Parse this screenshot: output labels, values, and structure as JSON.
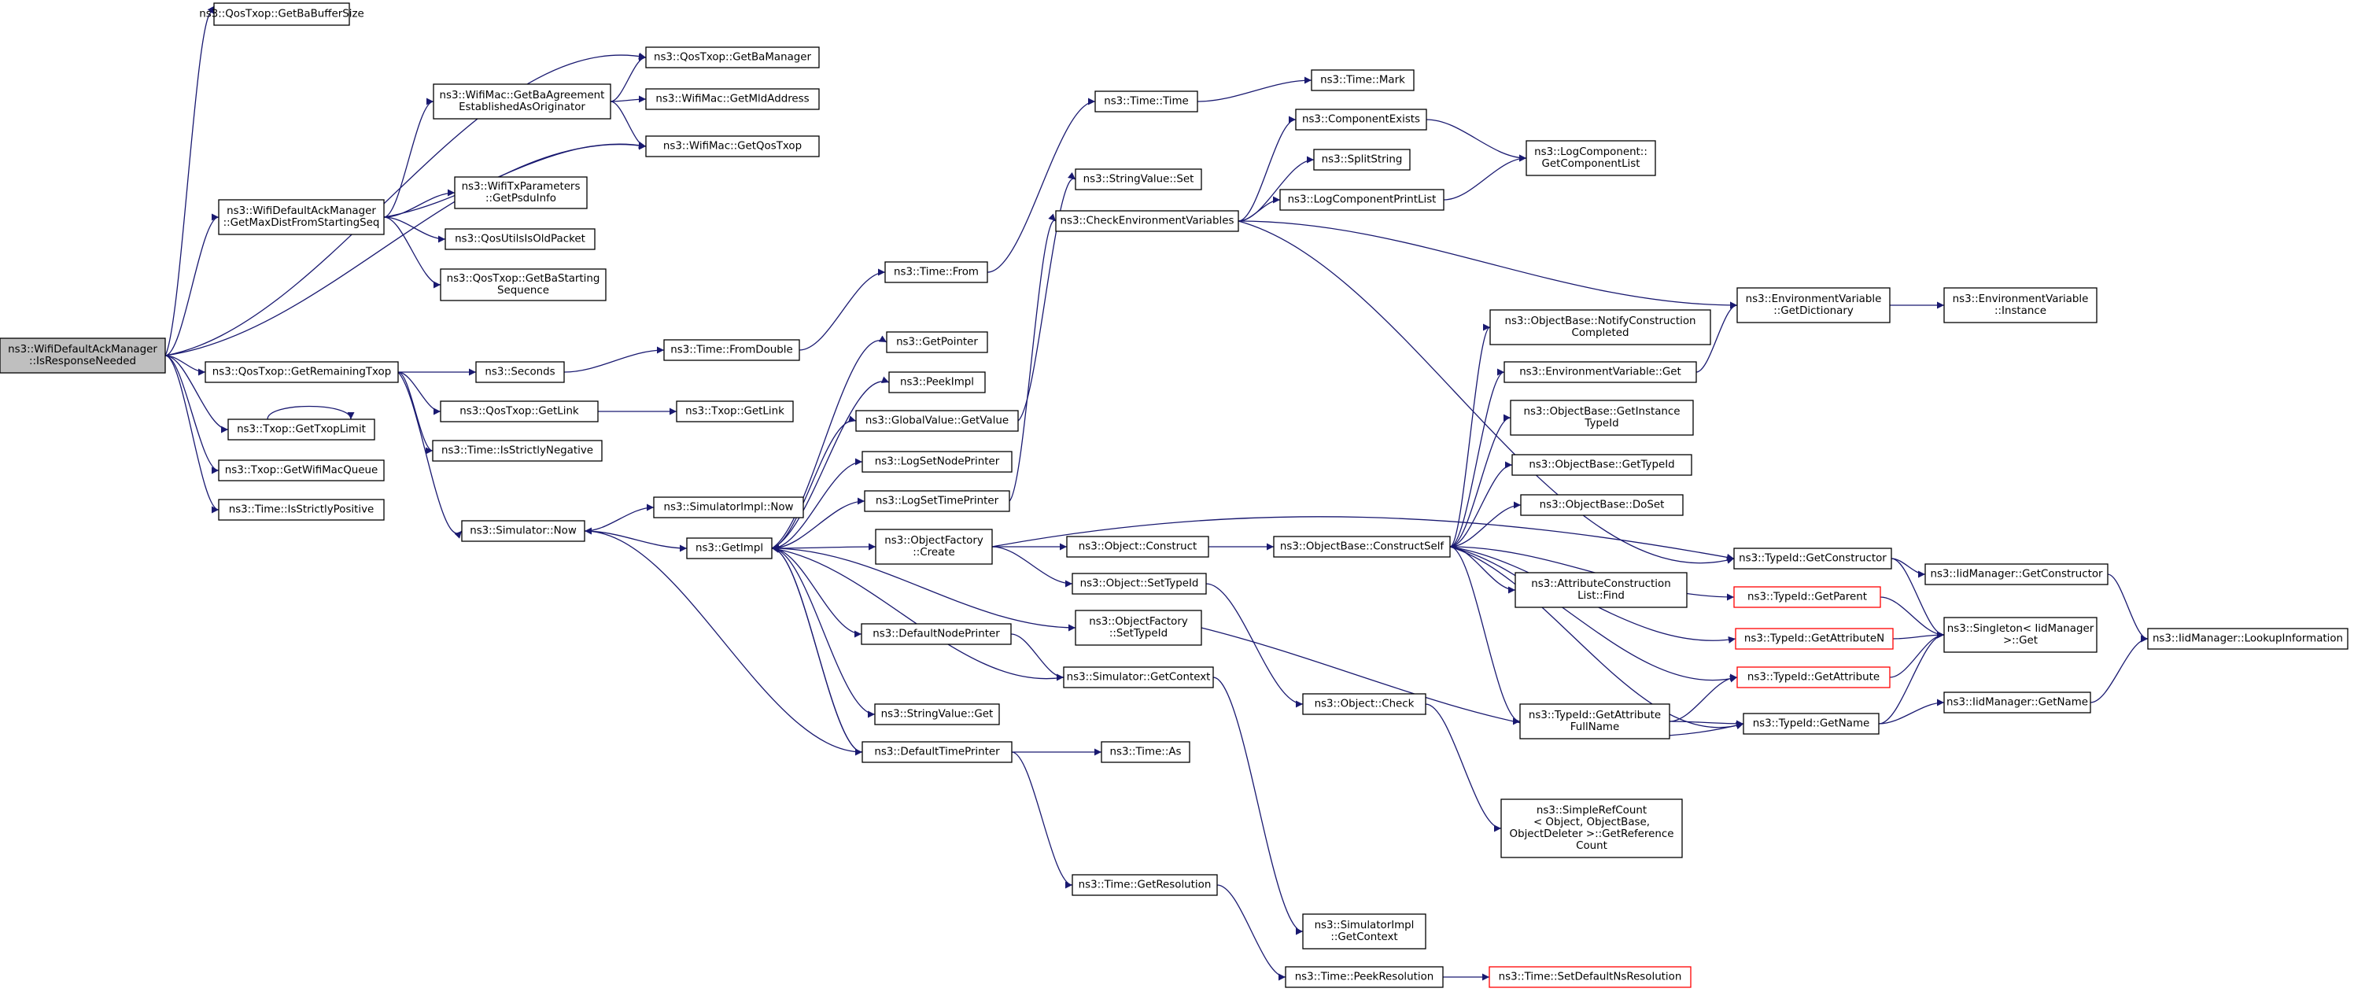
{
  "colors": {
    "edge": "#191970",
    "node_border": "#000000",
    "root_fill": "#bfbfbf",
    "truncated_border": "#ff0000"
  },
  "nodes": {
    "root": [
      "ns3::WifiDefaultAckManager",
      "::IsResponseNeeded"
    ],
    "n_getbabuffersize": [
      "ns3::QosTxop::GetBaBufferSize"
    ],
    "n_getbaagreement": [
      "ns3::WifiMac::GetBaAgreement",
      "EstablishedAsOriginator"
    ],
    "n_getbamanager": [
      "ns3::QosTxop::GetBaManager"
    ],
    "n_getmldaddress": [
      "ns3::WifiMac::GetMldAddress"
    ],
    "n_getqostxop": [
      "ns3::WifiMac::GetQosTxop"
    ],
    "n_getmaxdist": [
      "ns3::WifiDefaultAckManager",
      "::GetMaxDistFromStartingSeq"
    ],
    "n_getpsduinfo": [
      "ns3::WifiTxParameters",
      "::GetPsduInfo"
    ],
    "n_qosutilsisold": [
      "ns3::QosUtilsIsOldPacket"
    ],
    "n_getbastarting": [
      "ns3::QosTxop::GetBaStarting",
      "Sequence"
    ],
    "n_getremainingtxop": [
      "ns3::QosTxop::GetRemainingTxop"
    ],
    "n_gettxoplimit": [
      "ns3::Txop::GetTxopLimit"
    ],
    "n_getwifimacqueue": [
      "ns3::Txop::GetWifiMacQueue"
    ],
    "n_isstrictlypositive": [
      "ns3::Time::IsStrictlyPositive"
    ],
    "n_seconds": [
      "ns3::Seconds"
    ],
    "n_qostxopgetlink": [
      "ns3::QosTxop::GetLink"
    ],
    "n_isstrictlynegative": [
      "ns3::Time::IsStrictlyNegative"
    ],
    "n_simnow": [
      "ns3::Simulator::Now"
    ],
    "n_timefromdouble": [
      "ns3::Time::FromDouble"
    ],
    "n_txopgetlink": [
      "ns3::Txop::GetLink"
    ],
    "n_simimplnow": [
      "ns3::SimulatorImpl::Now"
    ],
    "n_getimpl": [
      "ns3::GetImpl"
    ],
    "n_timefrom": [
      "ns3::Time::From"
    ],
    "n_timetime": [
      "ns3::Time::Time"
    ],
    "n_timemark": [
      "ns3::Time::Mark"
    ],
    "n_stringvalueset": [
      "ns3::StringValue::Set"
    ],
    "n_checkenv": [
      "ns3::CheckEnvironmentVariables"
    ],
    "n_getpointer": [
      "ns3::GetPointer"
    ],
    "n_peekimpl": [
      "ns3::PeekImpl"
    ],
    "n_globalvalueget": [
      "ns3::GlobalValue::GetValue"
    ],
    "n_logsetnodeprinter": [
      "ns3::LogSetNodePrinter"
    ],
    "n_logsettimeprinter": [
      "ns3::LogSetTimePrinter"
    ],
    "n_objfactorycreate": [
      "ns3::ObjectFactory",
      "::Create"
    ],
    "n_defaultnodeprinter": [
      "ns3::DefaultNodePrinter"
    ],
    "n_stringvalueget": [
      "ns3::StringValue::Get"
    ],
    "n_defaulttimeprinter": [
      "ns3::DefaultTimePrinter"
    ],
    "n_componentexists": [
      "ns3::ComponentExists"
    ],
    "n_splitstring": [
      "ns3::SplitString"
    ],
    "n_logcompprintlist": [
      "ns3::LogComponentPrintList"
    ],
    "n_logcompgetlist": [
      "ns3::LogComponent::",
      "GetComponentList"
    ],
    "n_envvargetdict": [
      "ns3::EnvironmentVariable",
      "::GetDictionary"
    ],
    "n_envvarinstance": [
      "ns3::EnvironmentVariable",
      "::Instance"
    ],
    "n_objbasenotify": [
      "ns3::ObjectBase::NotifyConstruction",
      "Completed"
    ],
    "n_envvarget": [
      "ns3::EnvironmentVariable::Get"
    ],
    "n_objbasegetinst": [
      "ns3::ObjectBase::GetInstance",
      "TypeId"
    ],
    "n_objbasegettypeid": [
      "ns3::ObjectBase::GetTypeId"
    ],
    "n_objbasedoset": [
      "ns3::ObjectBase::DoSet"
    ],
    "n_objectconstruct": [
      "ns3::Object::Construct"
    ],
    "n_objbaseconstructself": [
      "ns3::ObjectBase::ConstructSelf"
    ],
    "n_objectsettypeid": [
      "ns3::Object::SetTypeId"
    ],
    "n_objfactorysettypeid": [
      "ns3::ObjectFactory",
      "::SetTypeId"
    ],
    "n_simgetcontext": [
      "ns3::Simulator::GetContext"
    ],
    "n_timeas": [
      "ns3::Time::As"
    ],
    "n_timegetres": [
      "ns3::Time::GetResolution"
    ],
    "n_simimplgetcontext": [
      "ns3::SimulatorImpl",
      "::GetContext"
    ],
    "n_timepeekres": [
      "ns3::Time::PeekResolution"
    ],
    "n_timesetdefault": [
      "ns3::Time::SetDefaultNsResolution"
    ],
    "n_objectcheck": [
      "ns3::Object::Check"
    ],
    "n_simplerefcount": [
      "ns3::SimpleRefCount",
      "< Object, ObjectBase,",
      "ObjectDeleter >::GetReference",
      "Count"
    ],
    "n_attrconstrlist": [
      "ns3::AttributeConstruction",
      "List::Find"
    ],
    "n_typeidgetattrfull": [
      "ns3::TypeId::GetAttribute",
      "FullName"
    ],
    "n_typeidgetconstructor": [
      "ns3::TypeId::GetConstructor"
    ],
    "n_typeidgetparent": [
      "ns3::TypeId::GetParent"
    ],
    "n_typeidgetattrn": [
      "ns3::TypeId::GetAttributeN"
    ],
    "n_typeidgetattr": [
      "ns3::TypeId::GetAttribute"
    ],
    "n_typeidgetname": [
      "ns3::TypeId::GetName"
    ],
    "n_iidmgrgetconstructor": [
      "ns3::IidManager::GetConstructor"
    ],
    "n_singletonget": [
      "ns3::Singleton< IidManager",
      ">::Get"
    ],
    "n_iidmgrgetname": [
      "ns3::IidManager::GetName"
    ],
    "n_iidmgrlookup": [
      "ns3::IidManager::LookupInformation"
    ]
  }
}
